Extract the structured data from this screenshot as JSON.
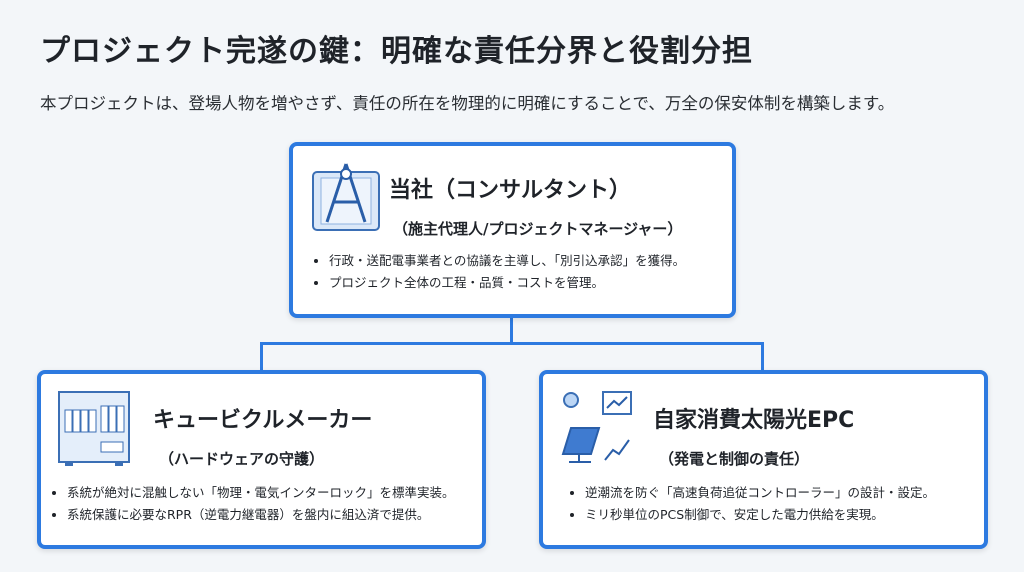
{
  "title": "プロジェクト完遂の鍵：明確な責任分界と役割分担",
  "subtitle": "本プロジェクトは、登場人物を増やさず、責任の所在を物理的に明確にすることで、万全の保安体制を構築します。",
  "colors": {
    "accent": "#2d7ae0",
    "background": "#f3f6f9"
  },
  "boxes": {
    "consultant": {
      "icon": "blueprint-compass-icon",
      "name": "当社（コンサルタント）",
      "role": "（施主代理人/プロジェクトマネージャー）",
      "bullets": [
        "行政・送配電事業者との協議を主導し、「別引込承認」を獲得。",
        "プロジェクト全体の工程・品質・コストを管理。"
      ]
    },
    "cubicle": {
      "icon": "switchgear-cabinet-icon",
      "name": "キュービクルメーカー",
      "role": "（ハードウェアの守護）",
      "bullets": [
        "系統が絶対に混触しない「物理・電気インターロック」を標準実装。",
        "系統保護に必要なRPR（逆電力継電器）を盤内に組込済で提供。"
      ]
    },
    "epc": {
      "icon": "solar-panel-chart-icon",
      "name": "自家消費太陽光EPC",
      "role": "（発電と制御の責任）",
      "bullets": [
        "逆潮流を防ぐ「高速負荷追従コントローラー」の設計・設定。",
        "ミリ秒単位のPCS制御で、安定した電力供給を実現。"
      ]
    }
  }
}
